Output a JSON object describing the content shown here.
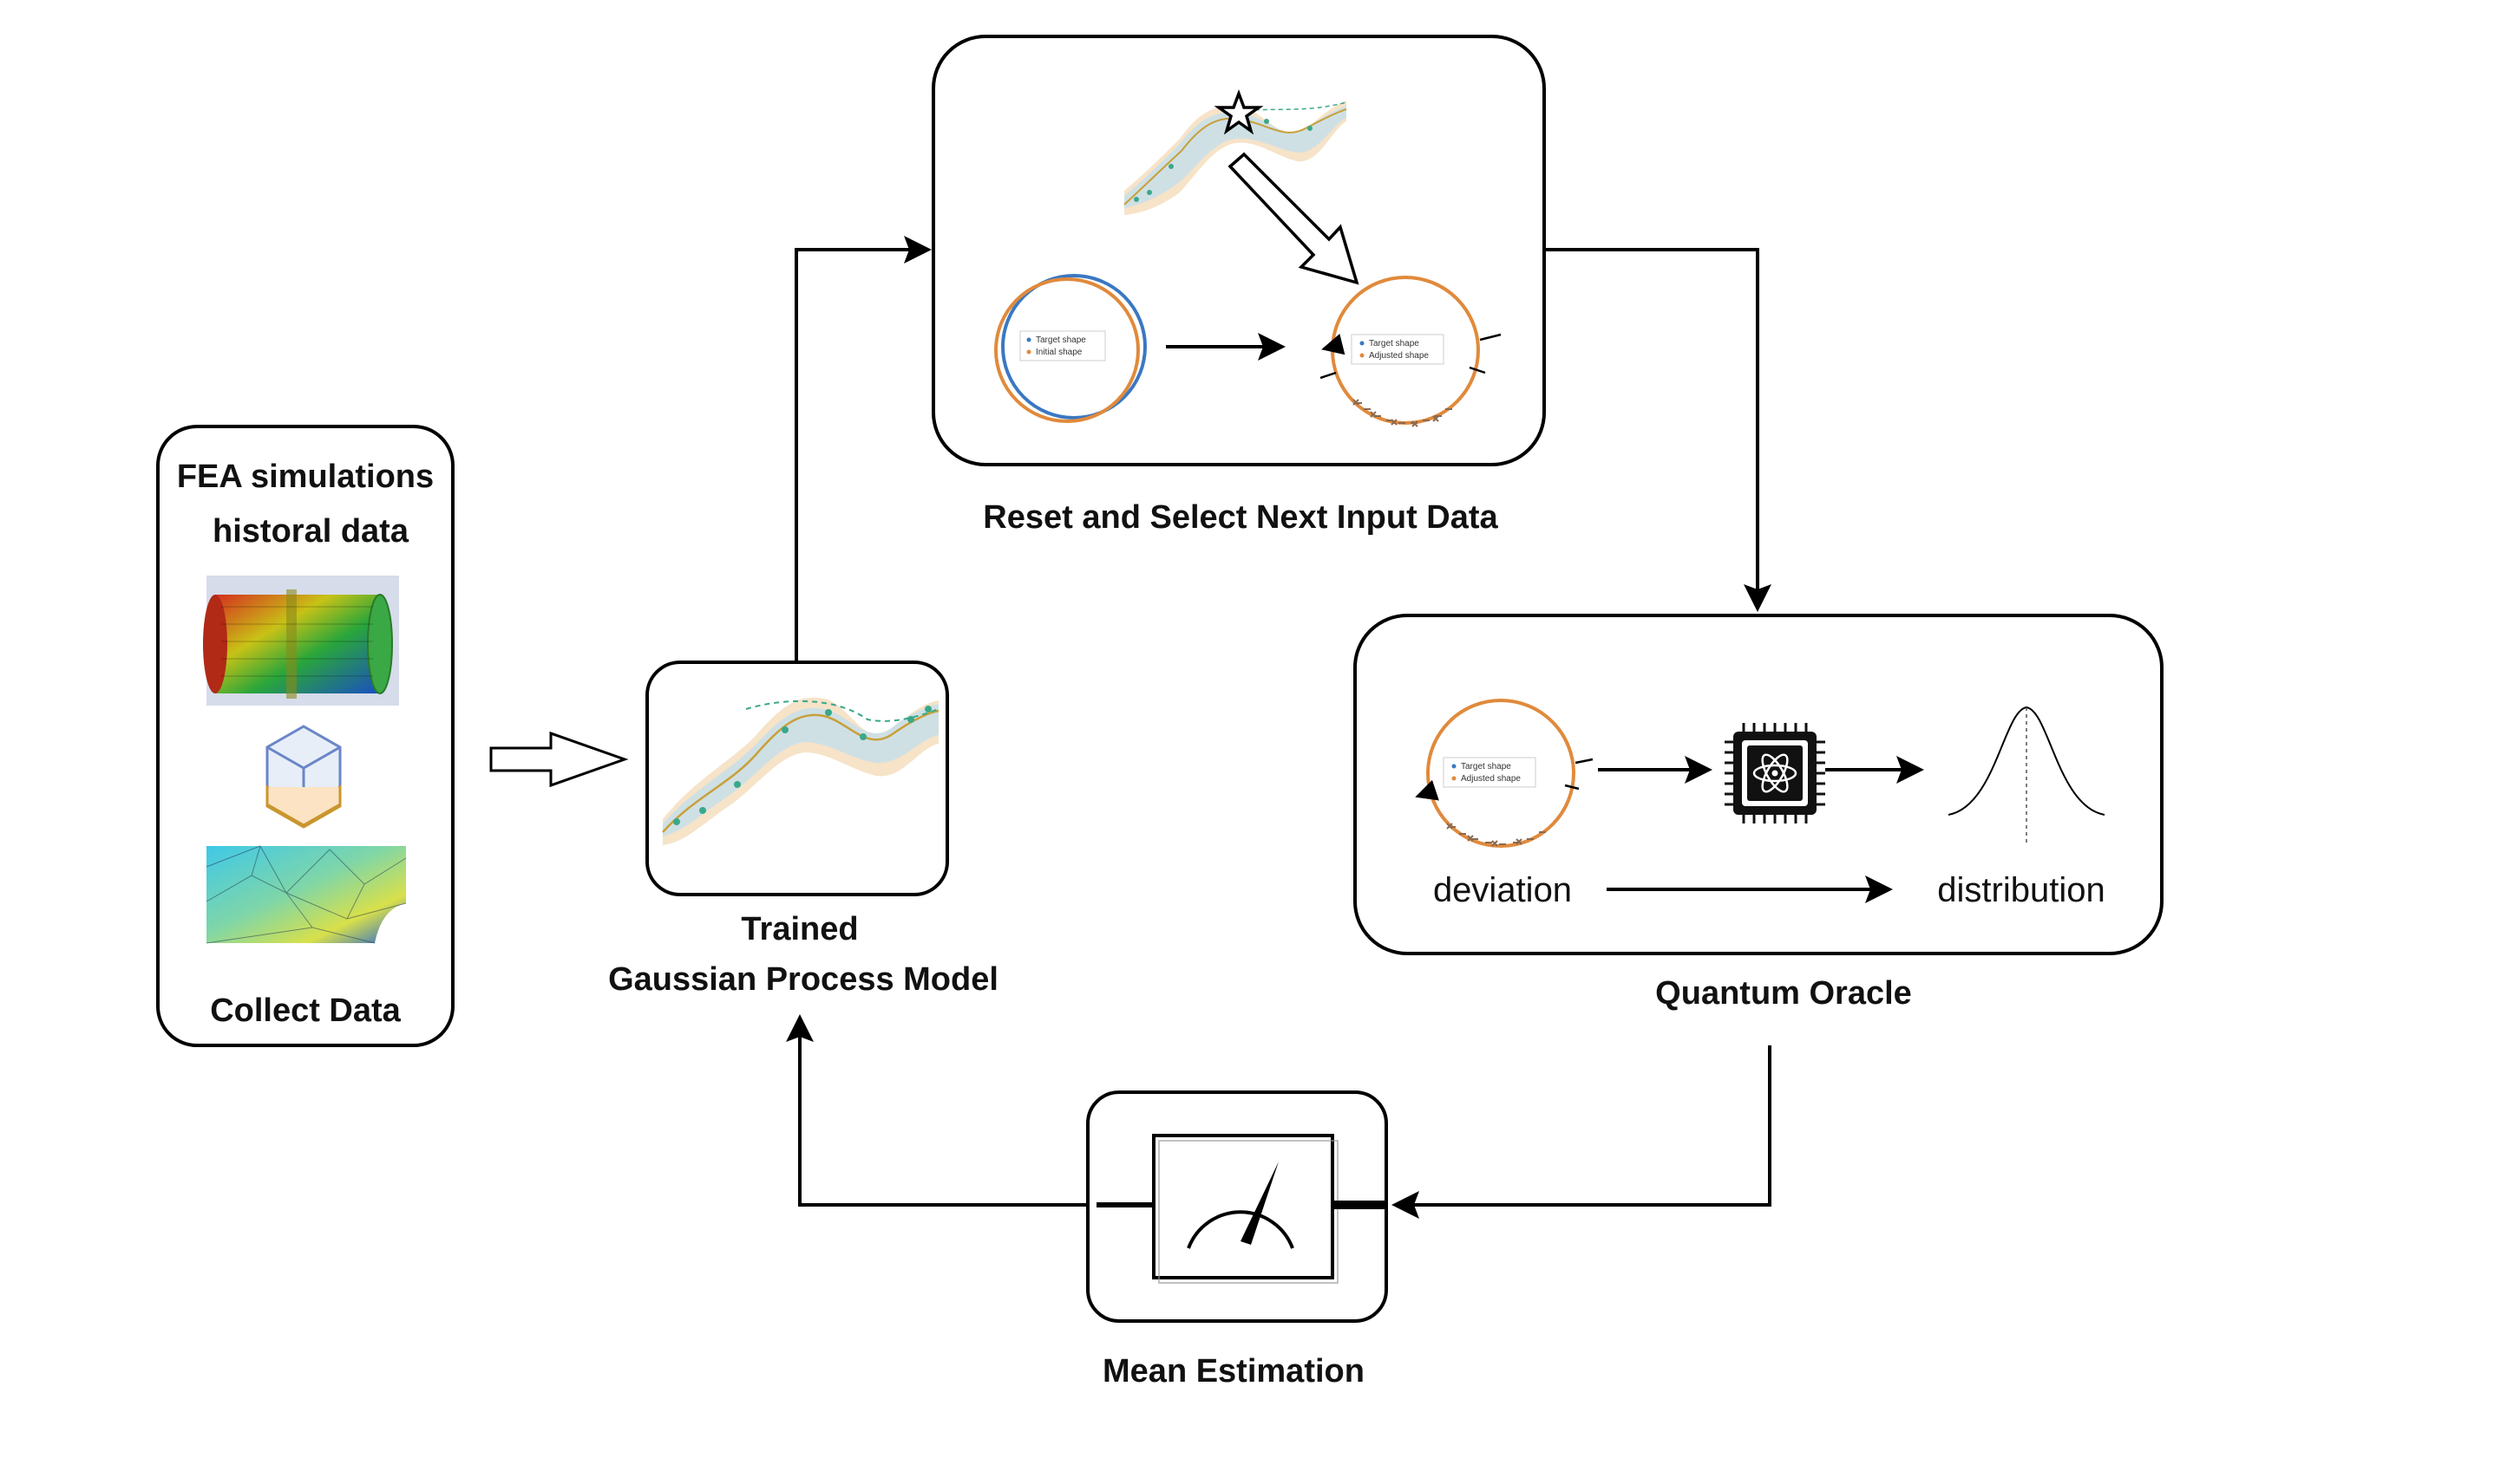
{
  "collect": {
    "title_line1": "FEA simulations",
    "title_line2": "historal data",
    "label": "Collect Data"
  },
  "gp": {
    "label_line1": "Trained",
    "label_line2": "Gaussian Process Model"
  },
  "reset": {
    "label": "Reset and Select Next Input Data",
    "legend_left": [
      "Target shape",
      "Initial shape"
    ],
    "legend_right": [
      "Target shape",
      "Adjusted shape"
    ]
  },
  "oracle": {
    "label": "Quantum Oracle",
    "deviation_text": "deviation",
    "distribution_text": "distribution",
    "legend": [
      "Target shape",
      "Adjusted shape"
    ]
  },
  "mean": {
    "label": "Mean Estimation"
  },
  "colors": {
    "stroke": "#000000",
    "orange_shape": "#e08a3c",
    "blue_shape": "#3a78c2",
    "gp_band": "#cfe0e4",
    "gp_band_outer": "#f6e3c8",
    "gp_mean": "#c8a03a",
    "gp_points": "#3aa88a"
  },
  "icons": {
    "quantum_chip": "atom-chip-icon",
    "gauge": "meter-gauge-icon",
    "star": "star-icon"
  }
}
